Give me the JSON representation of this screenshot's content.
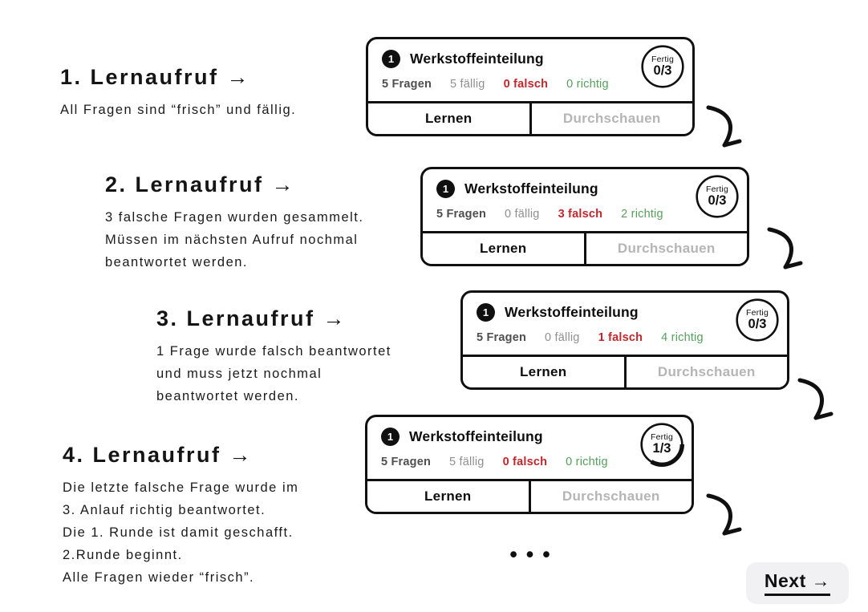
{
  "steps": [
    {
      "heading": "1. Lernaufruf →",
      "lines": [
        "All Fragen sind “frisch” und fällig."
      ]
    },
    {
      "heading": "2. Lernaufruf →",
      "lines": [
        "3 falsche Fragen wurden gesammelt.",
        "Müssen im nächsten Aufruf nochmal",
        "beantwortet werden."
      ]
    },
    {
      "heading": "3. Lernaufruf →",
      "lines": [
        "1 Frage wurde falsch beantwortet",
        "und muss jetzt nochmal",
        "beantwortet werden."
      ]
    },
    {
      "heading": "4. Lernaufruf →",
      "lines": [
        "Die letzte falsche Frage wurde im",
        "3. Anlauf richtig beantwortet.",
        "Die 1. Runde ist damit geschafft.",
        "2.Runde beginnt.",
        "Alle Fragen wieder “frisch”."
      ]
    }
  ],
  "cards": [
    {
      "number": "1",
      "title": "Werkstoffeinteilung",
      "stats": {
        "fragen": "5 Fragen",
        "faellig": "5 fällig",
        "falsch": "0 falsch",
        "richtig": "0 richtig"
      },
      "fertig_label": "Fertig",
      "fertig_score": "0/3",
      "arc_dash": "0 161",
      "learn_label": "Lernen",
      "review_label": "Durchschauen"
    },
    {
      "number": "1",
      "title": "Werkstoffeinteilung",
      "stats": {
        "fragen": "5 Fragen",
        "faellig": "0 fällig",
        "falsch": "3 falsch",
        "richtig": "2 richtig"
      },
      "fertig_label": "Fertig",
      "fertig_score": "0/3",
      "arc_dash": "0 161",
      "learn_label": "Lernen",
      "review_label": "Durchschauen"
    },
    {
      "number": "1",
      "title": "Werkstoffeinteilung",
      "stats": {
        "fragen": "5 Fragen",
        "faellig": "0 fällig",
        "falsch": "1 falsch",
        "richtig": "4 richtig"
      },
      "fertig_label": "Fertig",
      "fertig_score": "0/3",
      "arc_dash": "0 161",
      "learn_label": "Lernen",
      "review_label": "Durchschauen"
    },
    {
      "number": "1",
      "title": "Werkstoffeinteilung",
      "stats": {
        "fragen": "5 Fragen",
        "faellig": "5 fällig",
        "falsch": "0 falsch",
        "richtig": "0 richtig"
      },
      "fertig_label": "Fertig",
      "fertig_score": "1/3",
      "arc_dash": "53.5 107.5",
      "learn_label": "Lernen",
      "review_label": "Durchschauen"
    }
  ],
  "ellipsis": "•••",
  "next": {
    "label": "Next →"
  },
  "colors": {
    "text": "#141414",
    "card_border": "#101010",
    "stat_strong": "#4f4f4f",
    "stat_muted": "#8f8f8f",
    "wrong_red": "#c1272d",
    "right_green": "#55a05c",
    "disabled_gray": "#b5b5b5",
    "next_bg": "#f1f1f4"
  }
}
